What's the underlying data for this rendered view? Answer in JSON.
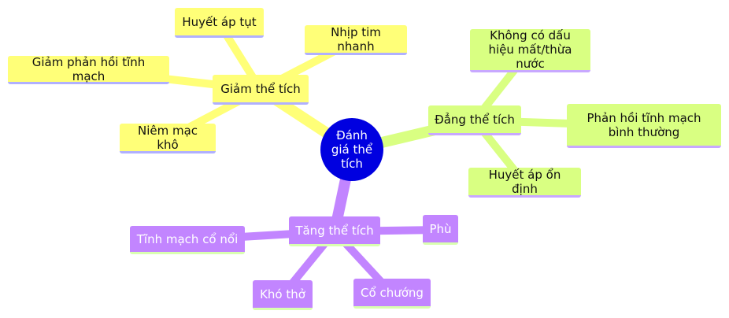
{
  "root": "Đánh giá thể tích",
  "branches": {
    "hypo": {
      "label": "Giảm thể tích",
      "children": [
        "Huyết áp tụt",
        "Nhịp tim nhanh",
        "Giảm phản hồi tĩnh mạch",
        "Niêm mạc khô"
      ]
    },
    "eu": {
      "label": "Đẳng thể tích",
      "children": [
        "Không có dấu hiệu mất/thừa nước",
        "Phản hồi tĩnh mạch bình thường",
        "Huyết áp ổn định"
      ]
    },
    "hyper": {
      "label": "Tăng thể tích",
      "children": [
        "Tĩnh mạch cổ nổi",
        "Phù",
        "Khó thở",
        "Cổ chướng"
      ]
    }
  },
  "colors": {
    "yellow": "#ffff78",
    "green": "#d9ff82",
    "purple": "#c285ff",
    "root": "#0000e0"
  }
}
